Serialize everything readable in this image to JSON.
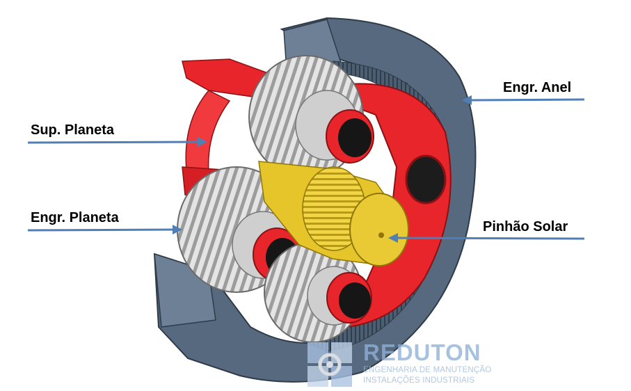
{
  "labels": {
    "sup_planeta": "Sup. Planeta",
    "engr_planeta": "Engr. Planeta",
    "engr_anel": "Engr. Anel",
    "pinhao_solar": "Pinhão Solar"
  },
  "watermark": {
    "brand": "REDUTON",
    "line1": "ENGENHARIA DE MANUTENÇÃO",
    "line2": "INSTALAÇÕES INDUSTRIAIS",
    "icon": "gear-puzzle-logo"
  },
  "colors": {
    "housing": "#55697f",
    "carrier": "#e8252a",
    "gear": "#d9d9d9",
    "sun": "#e6c52a",
    "arrow": "#4f7fb5"
  }
}
